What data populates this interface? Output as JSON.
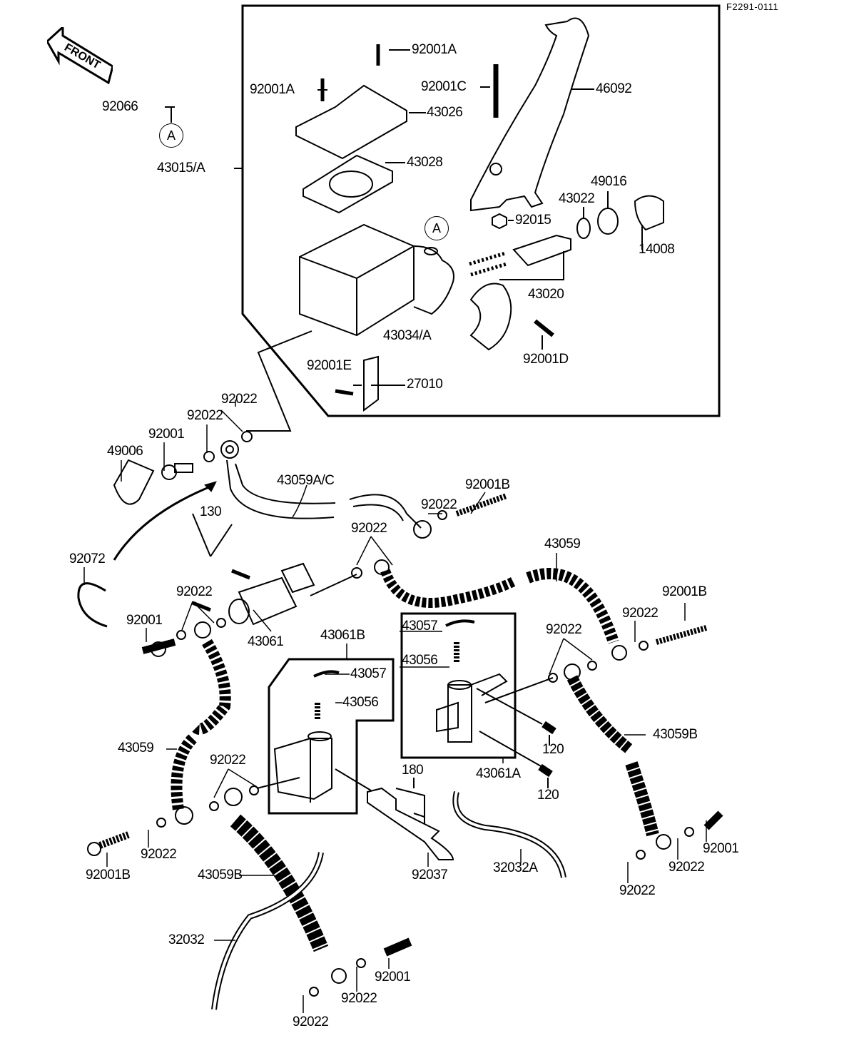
{
  "diagram_code": "F2291-0111",
  "front_arrow_label": "FRONT",
  "reference_marker": "A",
  "parts": [
    {
      "id": "p1",
      "number": "92001A"
    },
    {
      "id": "p2",
      "number": "92001A"
    },
    {
      "id": "p3",
      "number": "92001C"
    },
    {
      "id": "p4",
      "number": "46092"
    },
    {
      "id": "p5",
      "number": "92066"
    },
    {
      "id": "p6",
      "number": "43026"
    },
    {
      "id": "p7",
      "number": "43015/A"
    },
    {
      "id": "p8",
      "number": "43028"
    },
    {
      "id": "p9",
      "number": "49016"
    },
    {
      "id": "p10",
      "number": "43022"
    },
    {
      "id": "p11",
      "number": "92015"
    },
    {
      "id": "p12",
      "number": "14008"
    },
    {
      "id": "p13",
      "number": "43020"
    },
    {
      "id": "p14",
      "number": "43034/A"
    },
    {
      "id": "p15",
      "number": "92001D"
    },
    {
      "id": "p16",
      "number": "92001E"
    },
    {
      "id": "p17",
      "number": "27010"
    },
    {
      "id": "p18",
      "number": "92022"
    },
    {
      "id": "p19",
      "number": "92022"
    },
    {
      "id": "p20",
      "number": "92001"
    },
    {
      "id": "p21",
      "number": "49006"
    },
    {
      "id": "p22",
      "number": "43059A/C"
    },
    {
      "id": "p23",
      "number": "92001B"
    },
    {
      "id": "p24",
      "number": "92022"
    },
    {
      "id": "p25",
      "number": "130"
    },
    {
      "id": "p26",
      "number": "92022"
    },
    {
      "id": "p27",
      "number": "43059"
    },
    {
      "id": "p28",
      "number": "92072"
    },
    {
      "id": "p29",
      "number": "92022"
    },
    {
      "id": "p30",
      "number": "92001B"
    },
    {
      "id": "p31",
      "number": "92022"
    },
    {
      "id": "p32",
      "number": "43057"
    },
    {
      "id": "p33",
      "number": "92022"
    },
    {
      "id": "p34",
      "number": "92001"
    },
    {
      "id": "p35",
      "number": "43061B"
    },
    {
      "id": "p36",
      "number": "43061"
    },
    {
      "id": "p37",
      "number": "43056"
    },
    {
      "id": "p38",
      "number": "43057"
    },
    {
      "id": "p39",
      "number": "43056"
    },
    {
      "id": "p40",
      "number": "43059B"
    },
    {
      "id": "p41",
      "number": "43059"
    },
    {
      "id": "p42",
      "number": "120"
    },
    {
      "id": "p43",
      "number": "92022"
    },
    {
      "id": "p44",
      "number": "180"
    },
    {
      "id": "p45",
      "number": "43061A"
    },
    {
      "id": "p46",
      "number": "120"
    },
    {
      "id": "p47",
      "number": "92022"
    },
    {
      "id": "p48",
      "number": "92001B"
    },
    {
      "id": "p49",
      "number": "92037"
    },
    {
      "id": "p50",
      "number": "32032A"
    },
    {
      "id": "p51",
      "number": "92001"
    },
    {
      "id": "p52",
      "number": "92022"
    },
    {
      "id": "p53",
      "number": "92022"
    },
    {
      "id": "p54",
      "number": "43059B"
    },
    {
      "id": "p55",
      "number": "32032"
    },
    {
      "id": "p56",
      "number": "92001"
    },
    {
      "id": "p57",
      "number": "92022"
    },
    {
      "id": "p58",
      "number": "92022"
    }
  ]
}
